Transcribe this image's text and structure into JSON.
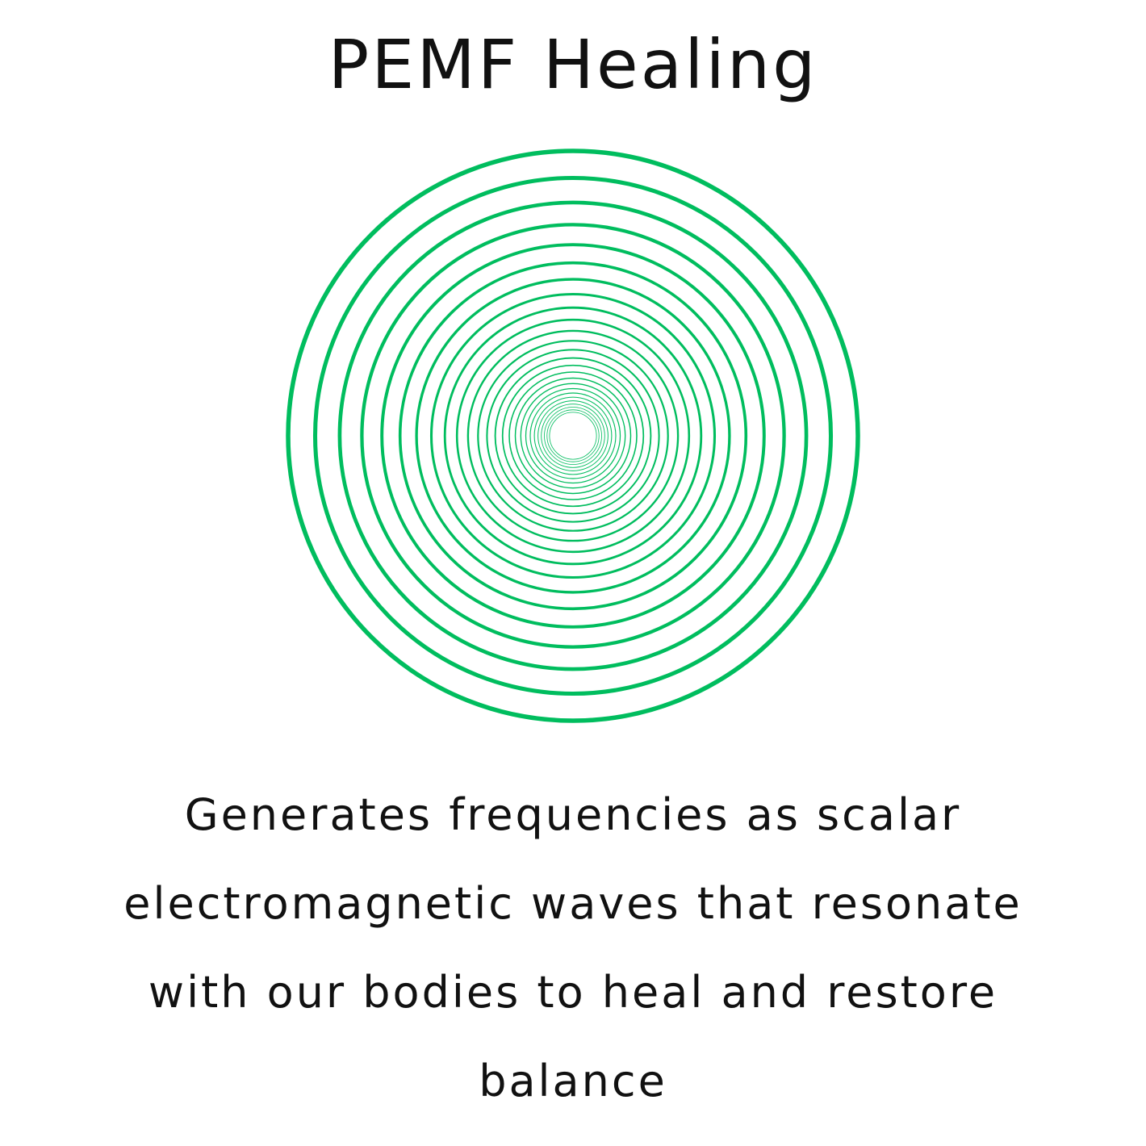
{
  "title": "PEMF Healing",
  "description_lines": [
    "Generates frequencies as scalar",
    "electromagnetic waves that resonate",
    "with our bodies to heal and restore",
    "balance"
  ],
  "colors": {
    "ring": "#00bd5e",
    "text": "#111111"
  },
  "graphic": {
    "icon": "concentric-rings-icon"
  }
}
